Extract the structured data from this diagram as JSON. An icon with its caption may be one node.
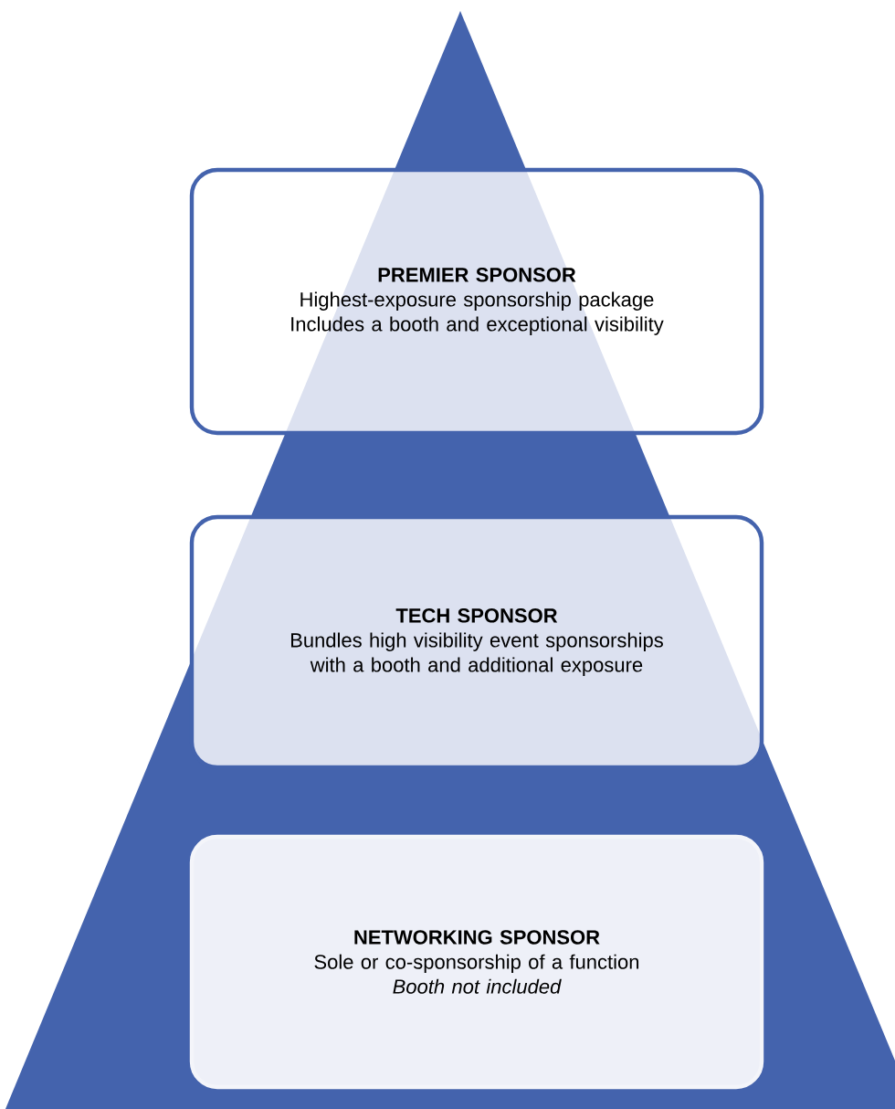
{
  "diagram": {
    "nodes": [
      {
        "text": [
          "PREMIER SPONSOR",
          "Highest-exposure sponsorship package",
          "Includes a booth and exceptional visibility"
        ]
      },
      {
        "text": [
          "TECH SPONSOR",
          "Bundles high visibility event sponsorships with a booth and additional exposure"
        ]
      },
      {
        "text": [
          "NETWORKING SPONSOR",
          "Sole or co-sponsorship of a function",
          "Booth not included"
        ]
      }
    ]
  }
}
